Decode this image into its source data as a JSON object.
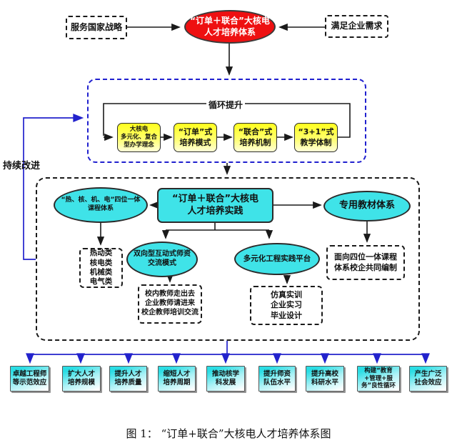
{
  "caption": "图 1： “订单+联合”大核电人才培养体系图",
  "top": {
    "left_box": "服务国家战略",
    "system_ellipse": "“订单＋联合”大核电\n人才培养体系",
    "right_box": "满足企业需求"
  },
  "cycle_section": {
    "loop_label": "循环提升",
    "concept_box": "大核电\n多元化、复合\n型办学理念",
    "order_mode_box": "“订单”式\n培养模式",
    "joint_mechanism_box": "“联合”式\n培养机制",
    "three_plus_one_box": "“3+1”式\n教学体制"
  },
  "continuous_improvement_label": "持续改进",
  "practice_section": {
    "course_system_ellipse": "“热、核、机、电”四位一体\n课程体系",
    "practice_box": "“订单＋联合”大核电\n人才培养实践",
    "textbook_ellipse": "专用教材体系",
    "course_categories_box": "热动类\n核电类\n机械类\n电气类",
    "teacher_exchange_ellipse": "双向型互动式师资\n交流模式",
    "practice_platform_ellipse": "多元化工程实践平台",
    "textbook_compile_box": "面向四位一体课程\n体系校企共同编制",
    "teacher_detail_box": "校内教师走出去\n企业教师请进来\n校企教师培训交流",
    "practice_detail_box": "仿真实训\n企业实习\n毕业设计"
  },
  "outcomes": [
    "卓越工程师\n等示范效应",
    "扩大人才\n培养规模",
    "提升人才\n培养质量",
    "缩短人才\n培养周期",
    "推动核学\n科发展",
    "提升师资\n队伍水平",
    "提升高校\n科研水平",
    "构建“教育\n+管理+服\n务”良性循环",
    "产生广泛\n社会效应"
  ],
  "colors": {
    "system_ellipse_fill": "#ee1011",
    "cycle_box_fill": "#ffff1e",
    "practice_fill": "#3fe3e8",
    "outcome_fill_top": "#2bdde4",
    "blue_connector": "#2222cc",
    "blue_container_border": "#2020cf",
    "black_connector": "#1a1a1a"
  }
}
